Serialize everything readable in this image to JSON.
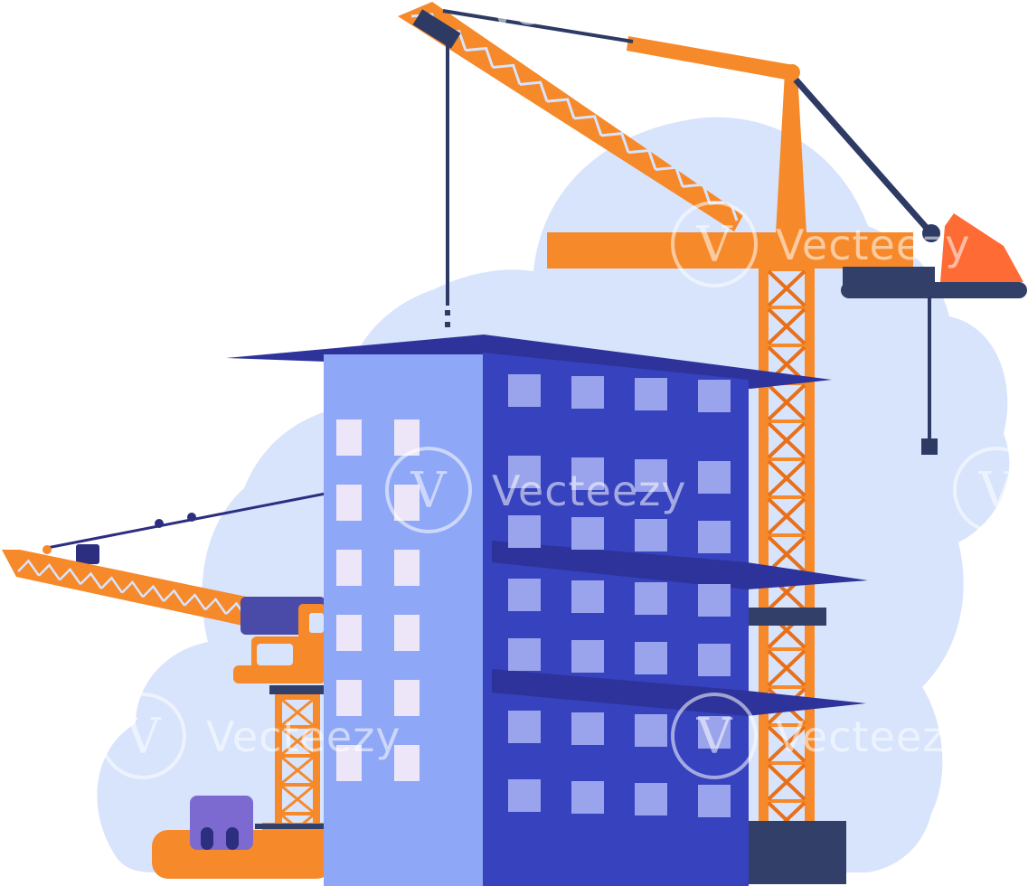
{
  "illustration": {
    "subject": "construction",
    "colors": {
      "sky": "#d8e4fc",
      "crane": "#f6892a",
      "crane_dark": "#e8701a",
      "cable": "#2c3a64",
      "building_light": "#8ea7f7",
      "building_dark": "#3642be",
      "roof": "#2d339a",
      "window_light": "#ece6f8",
      "window_dark": "#9aa4ec",
      "base": "#323f68",
      "cabin": "#7c6ad0"
    }
  },
  "watermark": {
    "text": "Vecteezy",
    "logo_glyph": "V"
  }
}
